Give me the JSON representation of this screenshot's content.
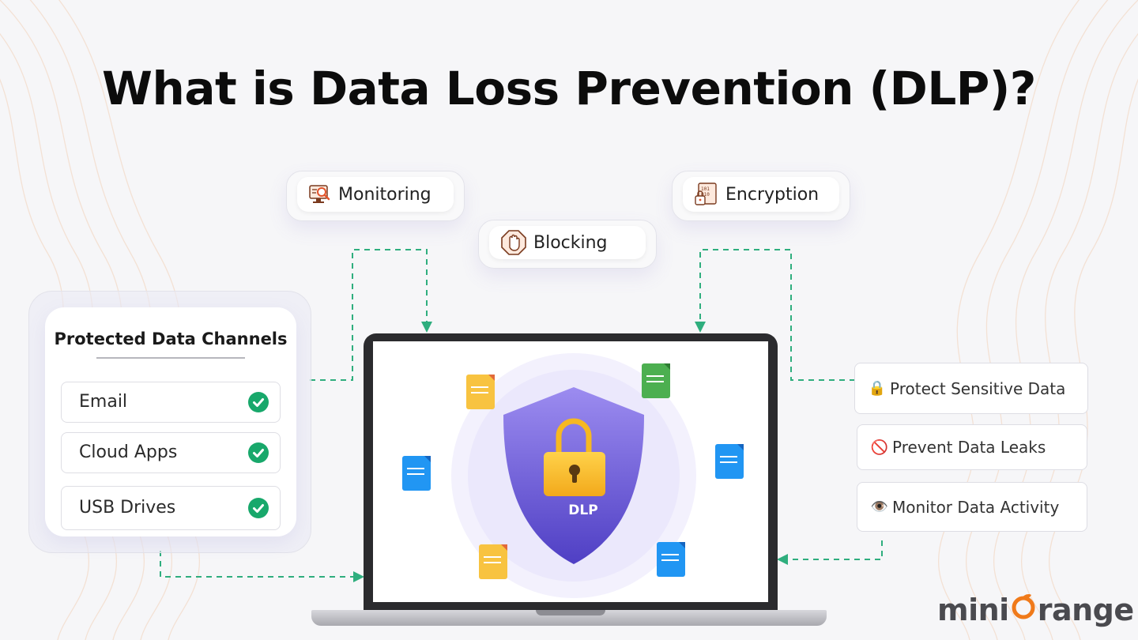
{
  "title": "What is Data Loss Prevention (DLP)?",
  "features": [
    {
      "label": "Monitoring",
      "icon": "monitoring-icon"
    },
    {
      "label": "Blocking",
      "icon": "hand-stop-icon"
    },
    {
      "label": "Encryption",
      "icon": "encryption-icon"
    }
  ],
  "channels": {
    "title": "Protected Data Channels",
    "items": [
      {
        "label": "Email",
        "status_icon": "check-icon"
      },
      {
        "label": "Cloud Apps",
        "status_icon": "check-icon"
      },
      {
        "label": "USB Drives",
        "status_icon": "check-icon"
      }
    ]
  },
  "center": {
    "label": "DLP",
    "icons": [
      "shield-icon",
      "padlock-icon",
      "document-icon"
    ]
  },
  "benefits": [
    {
      "emoji": "🔒",
      "label": "Protect Sensitive Data",
      "icon": "lock-icon"
    },
    {
      "emoji": "🚫",
      "label": "Prevent Data Leaks",
      "icon": "prohibited-icon"
    },
    {
      "emoji": "👁️",
      "label": "Monitor Data Activity",
      "icon": "eye-icon"
    }
  ],
  "logo": {
    "text_left": "mini",
    "text_right": "range"
  },
  "colors": {
    "accent_green": "#18a86b",
    "shield_purple": "#6a5ad8",
    "lock_yellow": "#f8bf2a",
    "logo_orange": "#f07a1a",
    "connector": "#2fae7e"
  }
}
